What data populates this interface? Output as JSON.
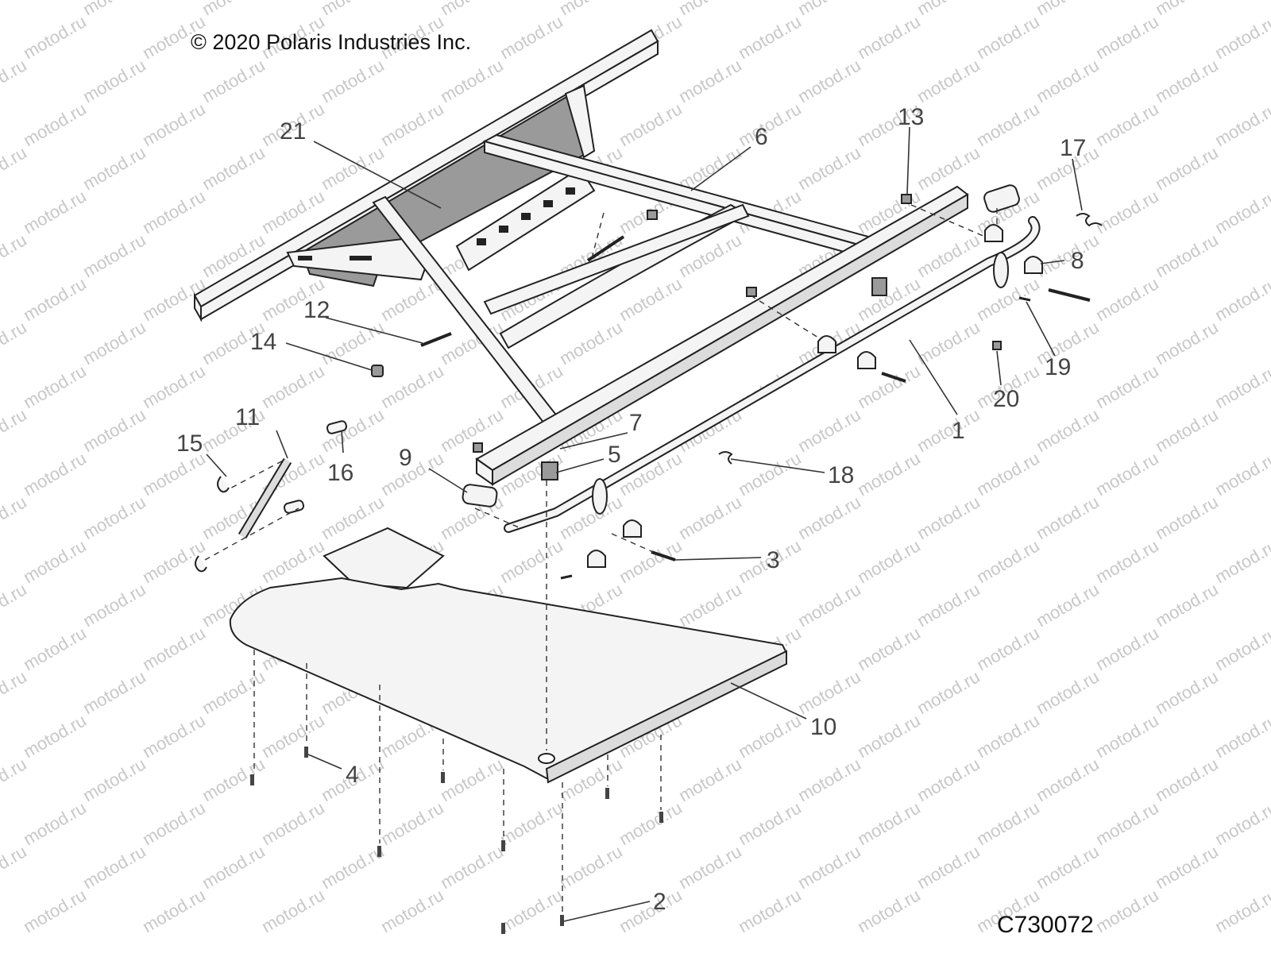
{
  "copyright": "© 2020 Polaris Industries Inc.",
  "figure_code": "C730072",
  "watermark": "motod.ru",
  "callouts": [
    "21",
    "6",
    "13",
    "17",
    "8",
    "12",
    "14",
    "1",
    "19",
    "20",
    "11",
    "15",
    "16",
    "7",
    "5",
    "9",
    "18",
    "3",
    "10",
    "4",
    "2"
  ]
}
